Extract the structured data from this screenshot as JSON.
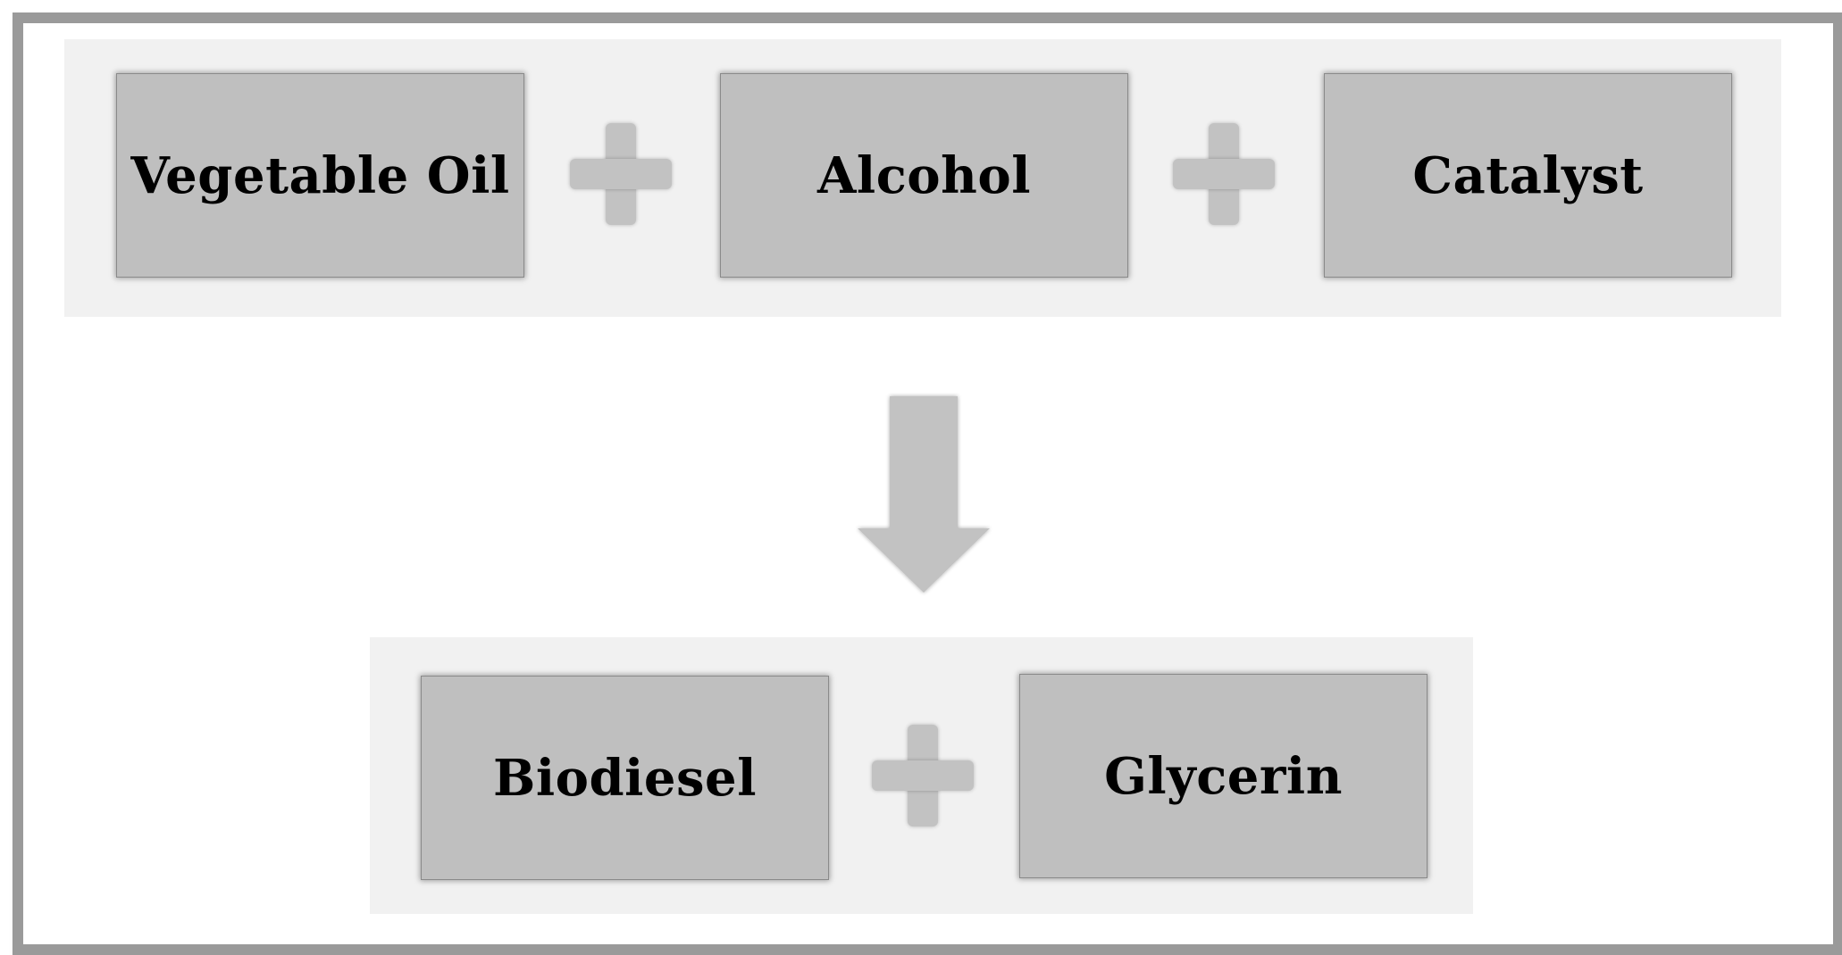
{
  "diagram": {
    "reactants": [
      {
        "label": "Vegetable Oil"
      },
      {
        "label": "Alcohol"
      },
      {
        "label": "Catalyst"
      }
    ],
    "products": [
      {
        "label": "Biodiesel"
      },
      {
        "label": "Glycerin"
      }
    ],
    "operator_icon": "plus-icon",
    "flow_icon": "down-arrow-icon"
  },
  "colors": {
    "box_fill": "#bfbfbf",
    "band_fill": "#f1f1f1",
    "frame_border": "#9a9a9a",
    "symbol_fill": "#c2c2c2",
    "text": "#000000"
  }
}
